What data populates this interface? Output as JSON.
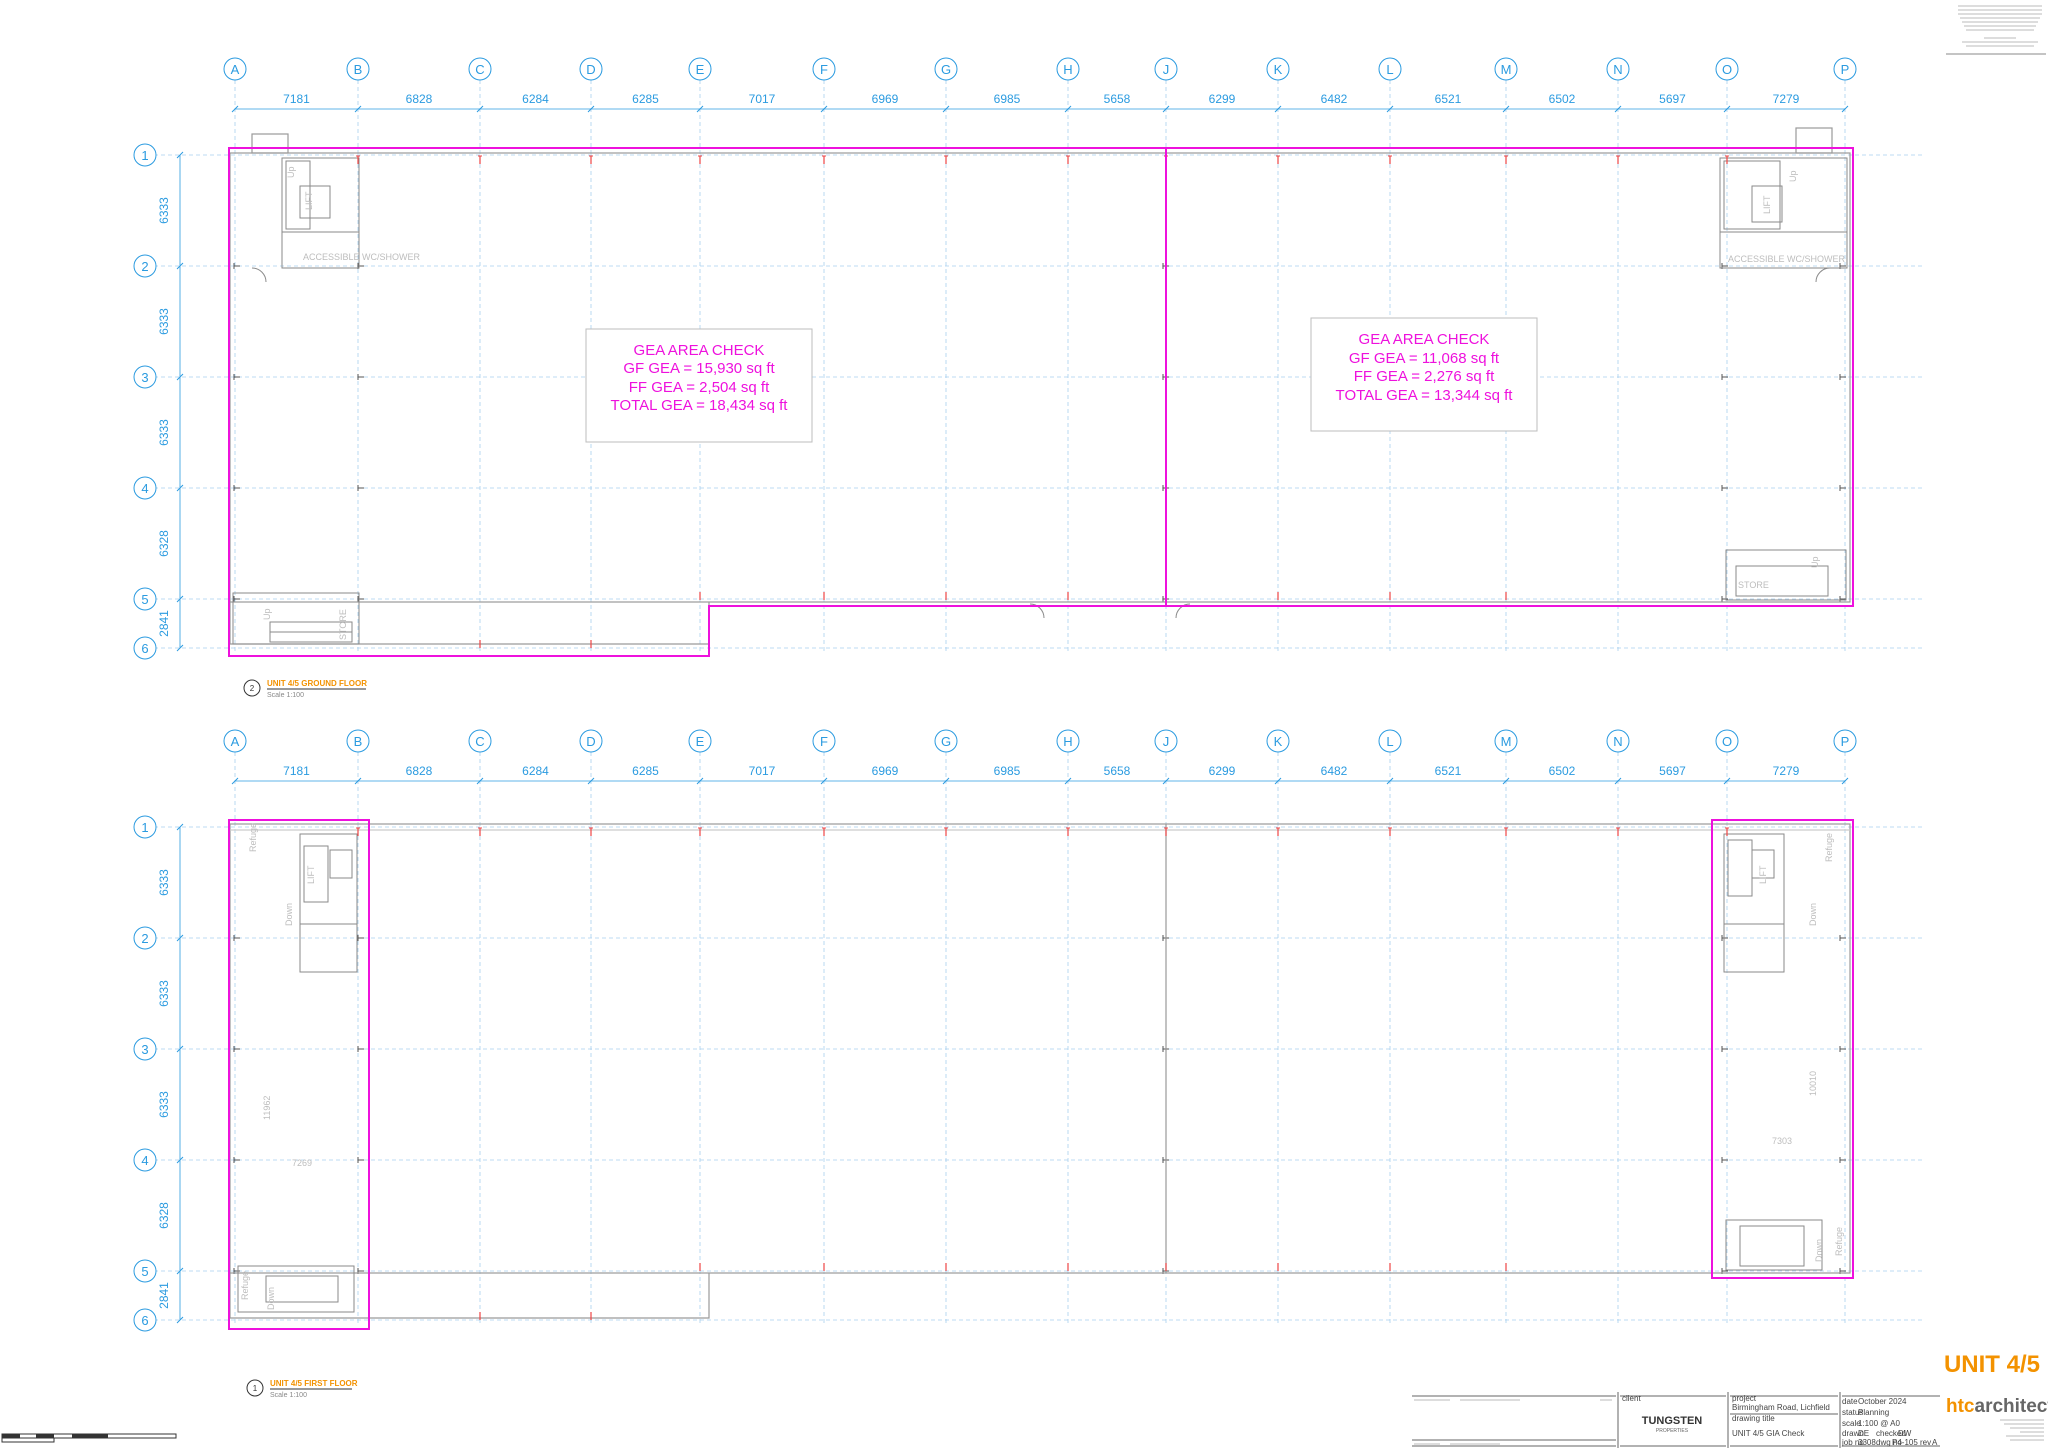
{
  "grid": {
    "column_labels": [
      "A",
      "B",
      "C",
      "D",
      "E",
      "F",
      "G",
      "H",
      "J",
      "K",
      "L",
      "M",
      "N",
      "O",
      "P"
    ],
    "column_dims": [
      "7181",
      "6828",
      "6284",
      "6285",
      "7017",
      "6969",
      "6985",
      "5658",
      "6299",
      "6482",
      "6521",
      "6502",
      "5697",
      "7279"
    ],
    "row_labels": [
      "1",
      "2",
      "3",
      "4",
      "5",
      "6"
    ],
    "row_dims": [
      "6333",
      "6333",
      "6333",
      "6328",
      "2841"
    ]
  },
  "floors": {
    "ground": {
      "number": "2",
      "title": "UNIT 4/5 GROUND FLOOR",
      "scale": "Scale 1:100"
    },
    "first": {
      "number": "1",
      "title": "UNIT 4/5 FIRST FLOOR",
      "scale": "Scale 1:100"
    }
  },
  "gea_left": {
    "heading": "GEA AREA CHECK",
    "gf": "GF GEA = 15,930 sq ft",
    "ff": "FF GEA = 2,504 sq ft",
    "total": "TOTAL GEA = 18,434 sq ft"
  },
  "gea_right": {
    "heading": "GEA AREA CHECK",
    "gf": "GF GEA = 11,068 sq ft",
    "ff": "FF GEA = 2,276 sq ft",
    "total": "TOTAL GEA = 13,344 sq ft"
  },
  "room_labels": {
    "up": "Up",
    "down": "Down",
    "store": "STORE",
    "lift": "LIFT",
    "shower": "ACCESSIBLE WC/SHOWER",
    "refuge": "Refuge",
    "dim_a": "7269",
    "dim_b": "7303",
    "dim_c": "11962",
    "dim_d": "10010"
  },
  "title_block": {
    "unit": "UNIT 4/5",
    "firm_htc": "htc",
    "firm_rest": "architects",
    "client_label": "client",
    "client": "TUNGSTEN",
    "client_sub": "PROPERTIES",
    "project_label": "project",
    "project": "Birmingham Road, Lichfield",
    "drawing_title_label": "drawing title",
    "drawing_title": "UNIT 4/5 GIA Check",
    "date_label": "date",
    "date": "October 2024",
    "status_label": "status",
    "status": "Planning",
    "scale_label": "scale",
    "scale": "1:100 @ A0",
    "drawn_label": "drawn",
    "drawn": "DE",
    "checked_label": "checked",
    "checked": "DW",
    "job_label": "job no",
    "job": "3308",
    "dwg_label": "dwg no",
    "dwg": "P4-105",
    "rev_label": "rev",
    "rev": "A"
  },
  "colors": {
    "grid": "#2b9be0",
    "gea": "#ee11dd",
    "accent": "#f39200",
    "wall": "#9a9a9a"
  }
}
